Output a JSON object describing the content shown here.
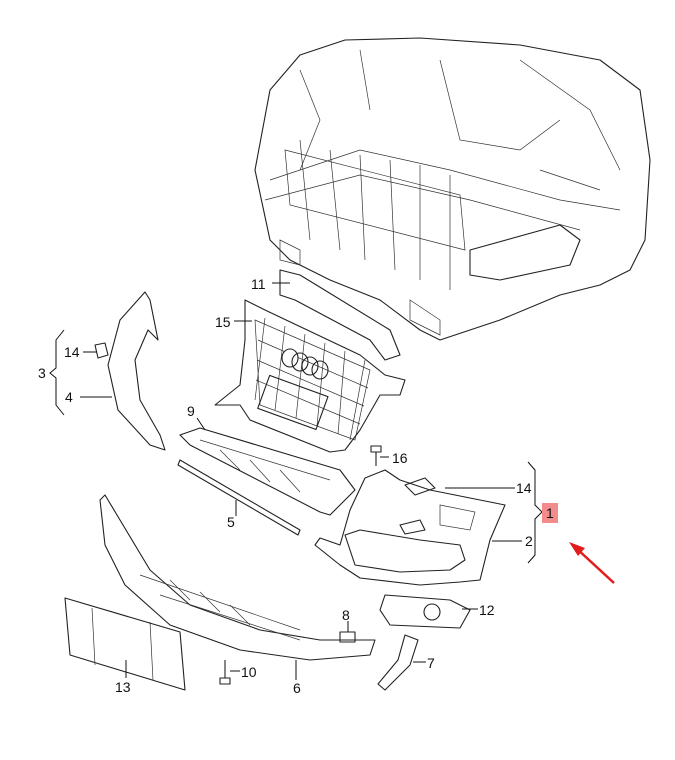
{
  "diagram": {
    "title": "Front bumper exploded parts diagram",
    "highlight_color": "#f28b8b",
    "arrow_color": "#e21b1b",
    "callouts": {
      "p1": "1",
      "p2": "2",
      "p3": "3",
      "p4": "4",
      "p5": "5",
      "p6": "6",
      "p7": "7",
      "p8": "8",
      "p9": "9",
      "p10": "10",
      "p11": "11",
      "p12": "12",
      "p13": "13",
      "p14a": "14",
      "p14b": "14",
      "p15": "15",
      "p16": "16"
    }
  }
}
